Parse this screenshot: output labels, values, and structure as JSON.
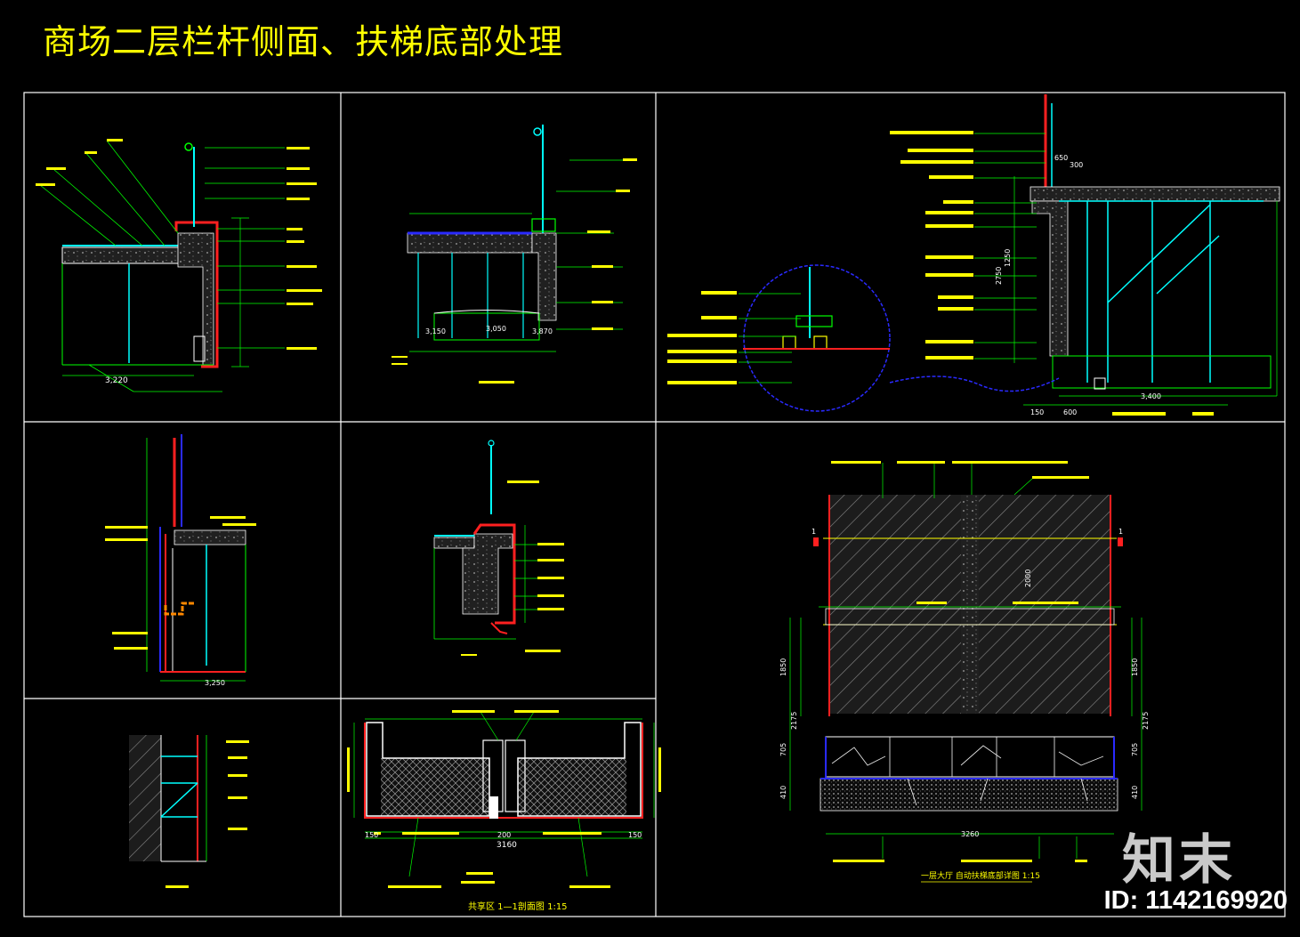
{
  "title": "商场二层栏杆侧面、扶梯底部处理",
  "watermark": {
    "logo": "知末",
    "id": "ID: 1142169920"
  },
  "dims": {
    "d1_width": "3,220",
    "d2_left": "3,150",
    "d2_mid": "3,050",
    "d2_right": "3,870",
    "d3_650": "650",
    "d3_300": "300",
    "d3_1250": "1250",
    "d3_2750": "2750",
    "d3_3400": "3,400",
    "d3_150": "150",
    "d3_600": "600",
    "d4_width": "3,250",
    "d8_3160": "3160",
    "d8_150a": "150",
    "d8_150b": "150",
    "d8_200": "200",
    "d9_1850": "1850",
    "d9_2175": "2175",
    "d9_705": "705",
    "d9_410": "410",
    "d9_2000": "2000",
    "d9_3260": "3260"
  },
  "captions": {
    "panel8": "共享区 1—1剖面图 1:15",
    "panel9": "一层大厅 自动扶梯底部详图 1:15"
  },
  "section_marks": [
    "1",
    "1"
  ],
  "colors": {
    "yellow": "#ffff00",
    "green": "#00ff00",
    "cyan": "#00ffff",
    "red": "#ff2020",
    "blue": "#2a2aff",
    "white": "#ffffff"
  }
}
